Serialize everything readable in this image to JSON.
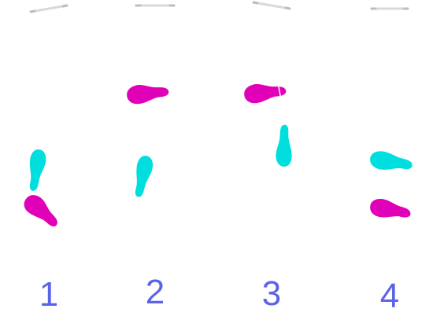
{
  "colors": {
    "left_foot": "#e000b8",
    "right_foot": "#00dede",
    "step_number": "#5b63e8",
    "rule_line": "#d9d9d9",
    "rule_end": "#bdbdbd"
  },
  "steps": [
    {
      "number": "1"
    },
    {
      "number": "2"
    },
    {
      "number": "3"
    },
    {
      "number": "4"
    }
  ]
}
